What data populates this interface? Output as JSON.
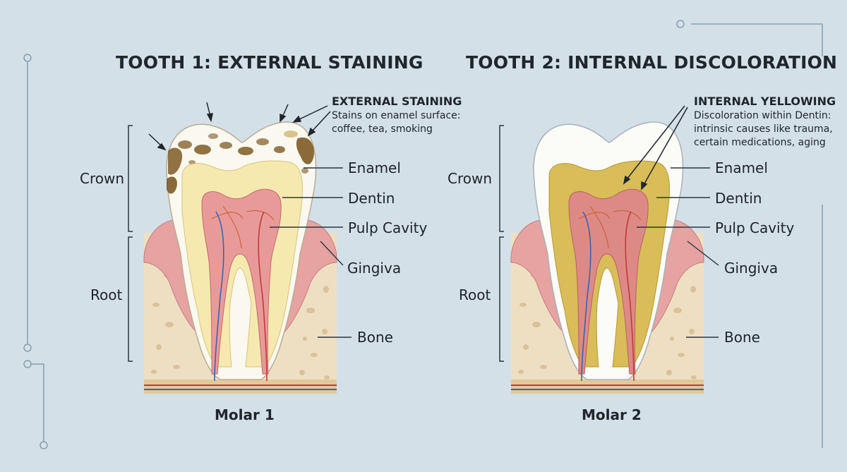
{
  "panels": [
    {
      "title": "TOOTH 1: EXTERNAL STAINING",
      "callout_title": "EXTERNAL STAINING",
      "callout_desc": "Stains on enamel surface: coffee, tea, smoking",
      "labels": {
        "crown": "Crown",
        "root": "Root",
        "enamel": "Enamel",
        "dentin": "Dentin",
        "pulp": "Pulp Cavity",
        "gingiva": "Gingiva",
        "bone": "Bone"
      },
      "caption": "Molar 1"
    },
    {
      "title": "TOOTH 2: INTERNAL DISCOLORATION",
      "callout_title": "INTERNAL YELLOWING",
      "callout_desc": "Discoloration within Dentin: intrinsic causes like trauma, certain medications, aging",
      "labels": {
        "crown": "Crown",
        "root": "Root",
        "enamel": "Enamel",
        "dentin": "Dentin",
        "pulp": "Pulp Cavity",
        "gingiva": "Gingiva",
        "bone": "Bone"
      },
      "caption": "Molar 2"
    }
  ],
  "colors": {
    "background": "#d3e0e8",
    "bone": "#efdfc2",
    "gingiva": "#e6a3a1",
    "enamel": "#fbf8ef",
    "dentin_normal": "#f6e9b0",
    "dentin_yellowed": "#d8bd58",
    "pulp": "#e89a98",
    "stain": "#7d5a24"
  }
}
